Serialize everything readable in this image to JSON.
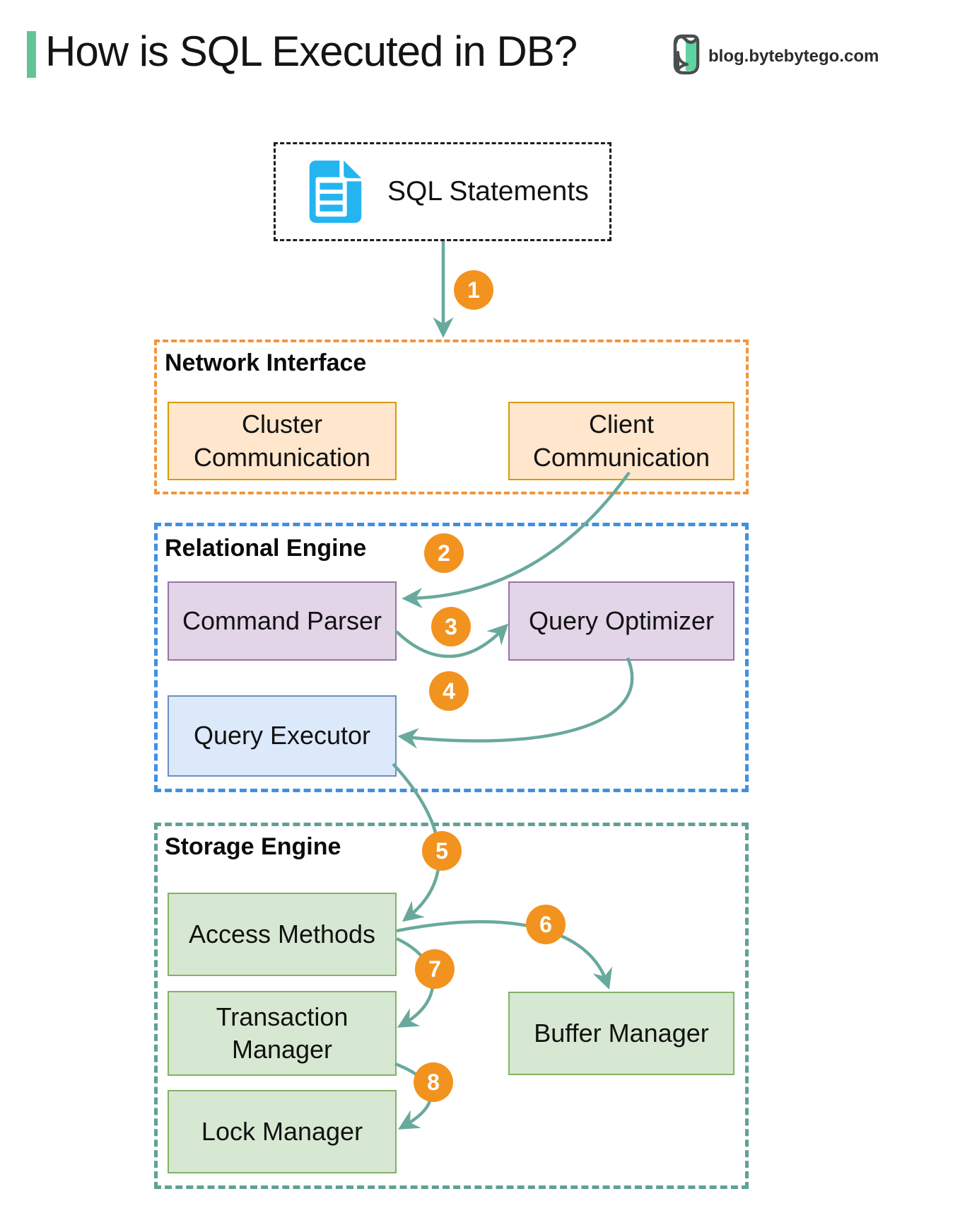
{
  "header": {
    "title": "How is SQL Executed in DB?",
    "site": "blog.bytebytego.com",
    "accent_bar_color": "#62C495",
    "logo_icon": "bytebytego-bird-logo",
    "logo_green": "#5ED3A2",
    "logo_outline": "#484F4E"
  },
  "source_box": {
    "label": "SQL Statements",
    "icon": "sql-document-icon",
    "icon_color": "#24B5F1",
    "border_style": "black dashed"
  },
  "sections": {
    "network": {
      "label": "Network Interface",
      "border_color": "#F2963C",
      "nodes": {
        "cluster": {
          "label": "Cluster Communication",
          "fill": "#FFE6CC",
          "border": "#D79B00"
        },
        "client": {
          "label": "Client Communication",
          "fill": "#FFE6CC",
          "border": "#D79B00"
        }
      }
    },
    "relational": {
      "label": "Relational Engine",
      "border_color": "#3F90E4",
      "nodes": {
        "parser": {
          "label": "Command Parser",
          "fill": "#E2D5E8",
          "border": "#9673A6"
        },
        "optimizer": {
          "label": "Query Optimizer",
          "fill": "#E2D5E8",
          "border": "#9673A6"
        },
        "executor": {
          "label": "Query Executor",
          "fill": "#DCE9FB",
          "border": "#6C8EBF"
        }
      }
    },
    "storage": {
      "label": "Storage Engine",
      "border_color": "#5FA195",
      "nodes": {
        "access": {
          "label": "Access Methods",
          "fill": "#D7E8D2",
          "border": "#83B266"
        },
        "transaction": {
          "label": "Transaction Manager",
          "fill": "#D7E8D2",
          "border": "#83B266"
        },
        "lock": {
          "label": "Lock Manager",
          "fill": "#D7E8D2",
          "border": "#83B266"
        },
        "buffer": {
          "label": "Buffer Manager",
          "fill": "#D7E8D2",
          "border": "#83B266"
        }
      }
    }
  },
  "steps": [
    "1",
    "2",
    "3",
    "4",
    "5",
    "6",
    "7",
    "8"
  ],
  "flow": [
    {
      "step": "1",
      "from": "SQL Statements",
      "to": "Network Interface"
    },
    {
      "step": "2",
      "from": "Client Communication",
      "to": "Command Parser"
    },
    {
      "step": "3",
      "from": "Command Parser",
      "to": "Query Optimizer"
    },
    {
      "step": "4",
      "from": "Query Optimizer",
      "to": "Query Executor"
    },
    {
      "step": "5",
      "from": "Query Executor",
      "to": "Access Methods"
    },
    {
      "step": "6",
      "from": "Access Methods",
      "to": "Buffer Manager"
    },
    {
      "step": "7",
      "from": "Access Methods",
      "to": "Transaction Manager"
    },
    {
      "step": "8",
      "from": "Transaction Manager",
      "to": "Lock Manager"
    }
  ],
  "arrow_color": "#69A99D",
  "step_badge_color": "#F2931F"
}
